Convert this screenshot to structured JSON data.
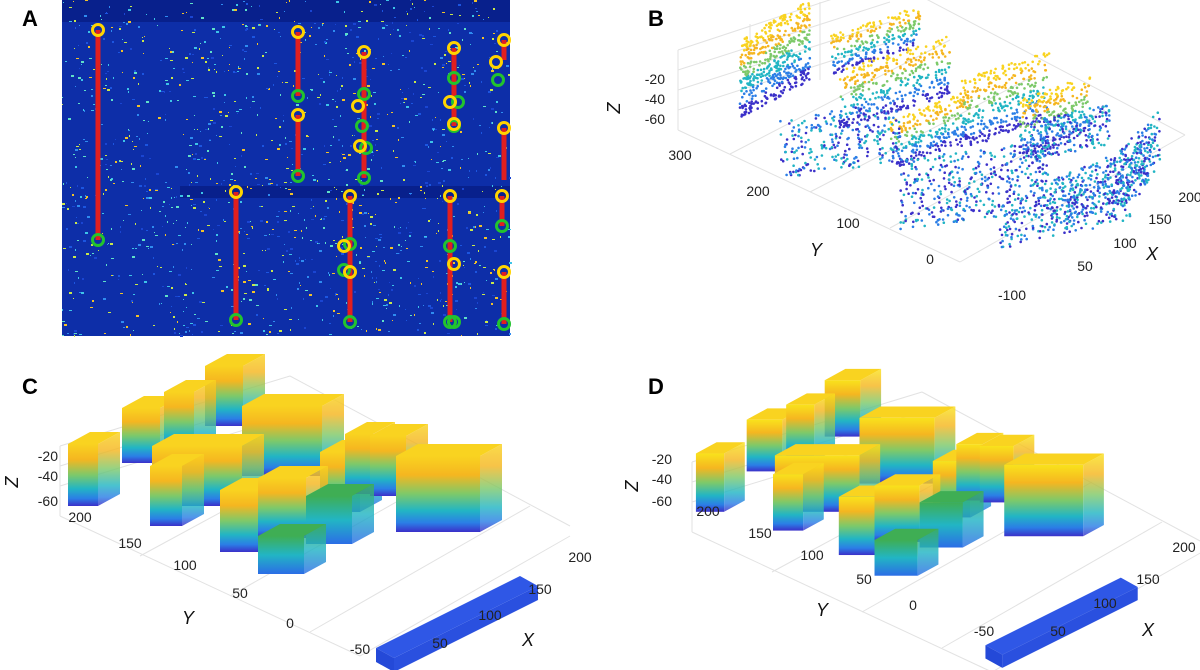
{
  "figure": {
    "panels": [
      {
        "id": "A",
        "label": "A"
      },
      {
        "id": "B",
        "label": "B"
      },
      {
        "id": "C",
        "label": "C"
      },
      {
        "id": "D",
        "label": "D"
      }
    ]
  },
  "chart_data": [
    {
      "panel": "A",
      "type": "heatmap",
      "description_colormap": "jet",
      "markers": {
        "top_color": "#ffd400",
        "bottom_color": "#22c32e",
        "segment_color": "#e11f1f"
      }
    },
    {
      "panel": "B",
      "type": "scatter",
      "xlabel": "X",
      "ylabel": "Y",
      "zlabel": "Z",
      "x_ticks": [
        "50",
        "100",
        "150",
        "200"
      ],
      "y_ticks": [
        "-100",
        "0",
        "100",
        "200",
        "300"
      ],
      "z_ticks": [
        "-20",
        "-40",
        "-60"
      ],
      "colormap": [
        "#3b30c9",
        "#2b7ee6",
        "#22b5c4",
        "#7dc96a",
        "#f5b620",
        "#f9d320"
      ]
    },
    {
      "panel": "C",
      "type": "bar",
      "xlabel": "X",
      "ylabel": "Y",
      "zlabel": "Z",
      "x_ticks": [
        "50",
        "100",
        "150",
        "200"
      ],
      "y_ticks": [
        "-50",
        "0",
        "50",
        "100",
        "150",
        "200"
      ],
      "z_ticks": [
        "-20",
        "-40",
        "-60"
      ],
      "colormap": [
        "#3b30c9",
        "#2b7ee6",
        "#22b5c4",
        "#7dc96a",
        "#f5b620",
        "#f9d320"
      ]
    },
    {
      "panel": "D",
      "type": "bar",
      "xlabel": "X",
      "ylabel": "Y",
      "zlabel": "Z",
      "x_ticks": [
        "50",
        "100",
        "150",
        "200"
      ],
      "y_ticks": [
        "-50",
        "0",
        "50",
        "100",
        "150",
        "200"
      ],
      "z_ticks": [
        "-20",
        "-40",
        "-60"
      ],
      "colormap": [
        "#3b30c9",
        "#2b7ee6",
        "#22b5c4",
        "#7dc96a",
        "#f5b620",
        "#f9d320"
      ]
    }
  ]
}
